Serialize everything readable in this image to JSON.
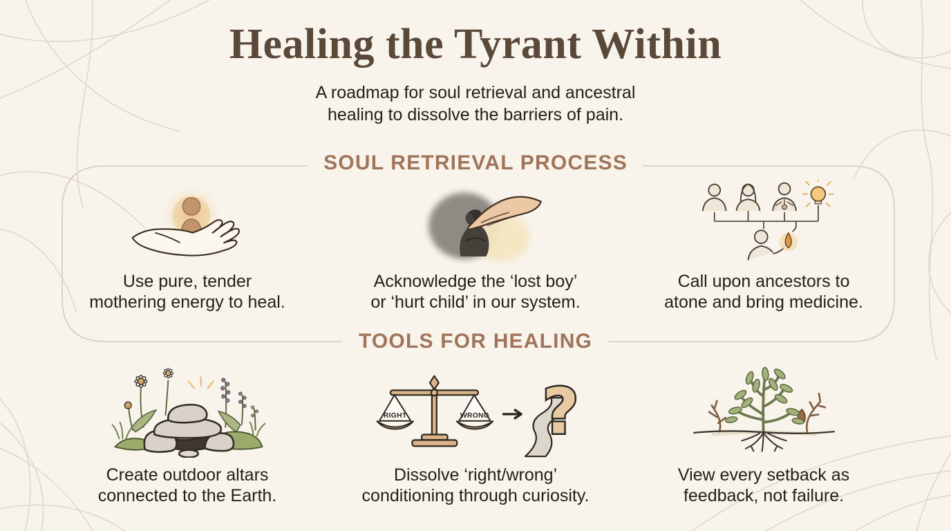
{
  "page": {
    "title": "Healing the Tyrant Within",
    "subtitle": "A roadmap for soul retrieval and ancestral\nhealing to dissolve the barriers of pain."
  },
  "sections": [
    {
      "title": "SOUL RETRIEVAL PROCESS",
      "items": [
        {
          "icon": "nurturing-hand-icon",
          "caption": "Use pure, tender\nmothering energy to heal."
        },
        {
          "icon": "sheltering-hand-icon",
          "caption": "Acknowledge the ‘lost boy’\nor ‘hurt child’ in our system."
        },
        {
          "icon": "ancestor-lineage-icon",
          "caption": "Call upon ancestors to\natone and bring medicine."
        }
      ]
    },
    {
      "title": "TOOLS FOR HEALING",
      "items": [
        {
          "icon": "earth-altar-icon",
          "caption": "Create outdoor altars\nconnected to the Earth."
        },
        {
          "icon": "scales-to-curiosity-icon",
          "scale_left_label": "RIGHT",
          "scale_right_label": "WRONG",
          "question_mark": "?",
          "caption": "Dissolve ‘right/wrong’\nconditioning through curiosity."
        },
        {
          "icon": "growing-tree-icon",
          "caption": "View every setback as\nfeedback, not failure."
        }
      ]
    }
  ],
  "colors": {
    "background": "#f8f4ec",
    "title_brown": "#5a4838",
    "section_heading_brown": "#a1745a",
    "body_text": "#22201c",
    "decor_line": "#dcd2c2",
    "section_border": "#d6cab8",
    "icon_tan": "#d9b486",
    "icon_glow": "#f0cf9e",
    "icon_green": "#a3b27c",
    "icon_dark": "#45403a"
  }
}
